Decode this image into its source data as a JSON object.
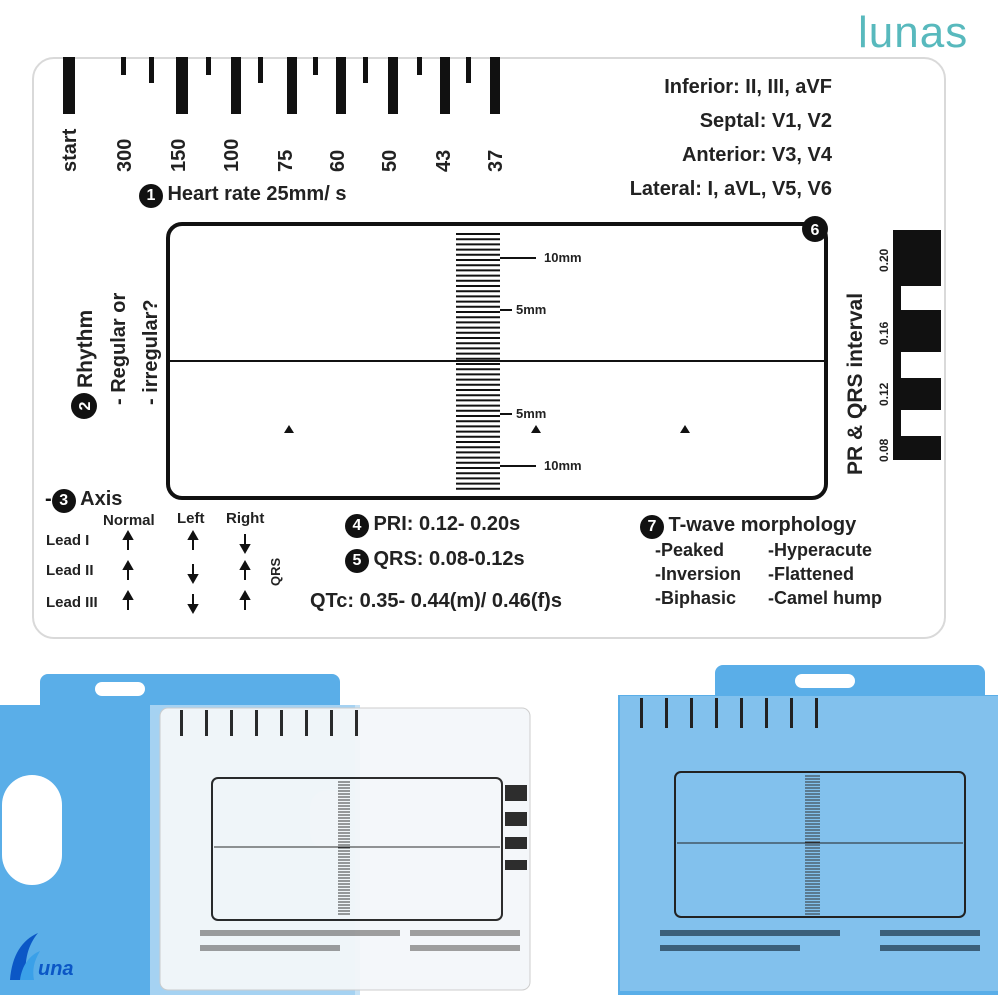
{
  "watermark": "lunas",
  "logo_text": "una",
  "ruler": {
    "labels": [
      "start",
      "300",
      "150",
      "100",
      "75",
      "60",
      "50",
      "43",
      "37"
    ]
  },
  "leads": [
    "Inferior: II, III, aVF",
    "Septal: V1, V2",
    "Anterior: V3, V4",
    "Lateral: I, aVL, V5, V6"
  ],
  "sections": {
    "heart_rate": {
      "num": "1",
      "label": "Heart rate 25mm/ s"
    },
    "rhythm": {
      "num": "2",
      "title": "Rhythm",
      "line1": "- Regular or",
      "line2": "- irregular?"
    },
    "axis": {
      "num": "3",
      "title": "Axis",
      "col_normal": "Normal",
      "col_left": "Left",
      "col_right": "Right",
      "row1": "Lead I",
      "row2": "Lead II",
      "row3": "Lead III",
      "qrs_label": "QRS"
    },
    "pri": {
      "num": "4",
      "label": "PRI: 0.12- 0.20s"
    },
    "qrs": {
      "num": "5",
      "label": "QRS: 0.08-0.12s"
    },
    "qtc": "QTc: 0.35- 0.44(m)/ 0.46(f)s",
    "pr_qrs": {
      "num": "6",
      "label": "PR & QRS interval",
      "ticks": [
        "0.20",
        "0.16",
        "0.12",
        "0.08"
      ]
    },
    "twave": {
      "num": "7",
      "title": "T-wave morphology",
      "items_left": [
        "-Peaked",
        "-Inversion",
        "-Biphasic"
      ],
      "items_right": [
        "-Hyperacute",
        "-Flattened",
        "-Camel hump"
      ]
    }
  },
  "scale": {
    "top_10": "10mm",
    "top_5": "5mm",
    "bot_5": "5mm",
    "bot_10": "10mm"
  },
  "colors": {
    "holder_blue": "#5aaee8",
    "holder_dark": "#3f8fcf",
    "ink": "#111111",
    "watermark": "#58b9bd"
  }
}
